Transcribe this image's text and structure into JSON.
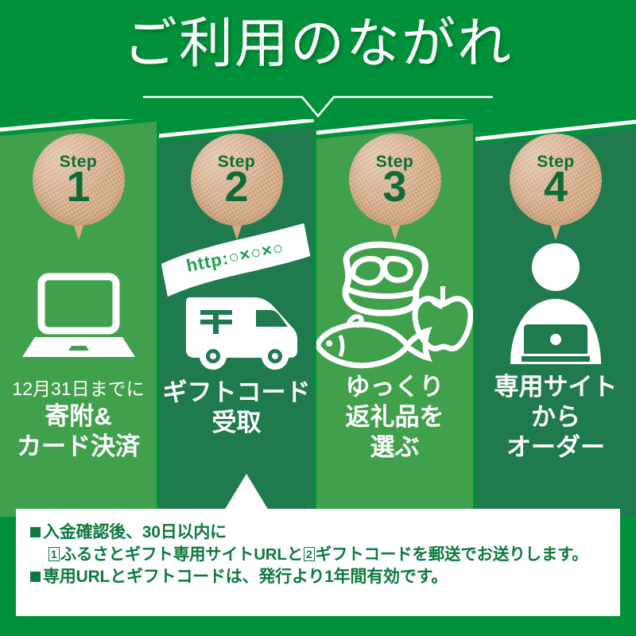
{
  "header": {
    "title": "ご利用のながれ"
  },
  "colors": {
    "background_green": "#00913a",
    "panel_light_green": "#41a04c",
    "panel_dark_green": "#1f7a4d",
    "badge_kraft": "#dcb28d",
    "badge_text_green": "#0f6b34",
    "note_text_green": "#0c7a3c",
    "white": "#ffffff"
  },
  "steps": [
    {
      "step_label": "Step",
      "step_number": "1",
      "icon": "laptop-icon",
      "caption_small": "12月31日までに",
      "caption_lines": [
        "寄附&",
        "カード決済"
      ],
      "panel_tone": "light"
    },
    {
      "step_label": "Step",
      "step_number": "2",
      "icon": "delivery-truck-icon",
      "banner_text": "http:○×○×○",
      "caption_small": "",
      "caption_lines": [
        "ギフトコード",
        "受取"
      ],
      "panel_tone": "dark"
    },
    {
      "step_label": "Step",
      "step_number": "3",
      "icon": "meat-fish-apple-icon",
      "caption_small": "",
      "caption_lines": [
        "ゆっくり",
        "返礼品を",
        "選ぶ"
      ],
      "panel_tone": "light"
    },
    {
      "step_label": "Step",
      "step_number": "4",
      "icon": "person-with-laptop-icon",
      "caption_small": "",
      "caption_lines": [
        "専用サイト",
        "から",
        "オーダー"
      ],
      "panel_tone": "dark"
    }
  ],
  "note": {
    "line1": "入金確認後、30日以内に",
    "line2_pre": "ふるさとギフト専用サイトURLと",
    "line2_post": "ギフトコードを郵送でお送りします。",
    "line2_num1": "1",
    "line2_num2": "2",
    "line3": "専用URLとギフトコードは、発行より1年間有効です。"
  }
}
